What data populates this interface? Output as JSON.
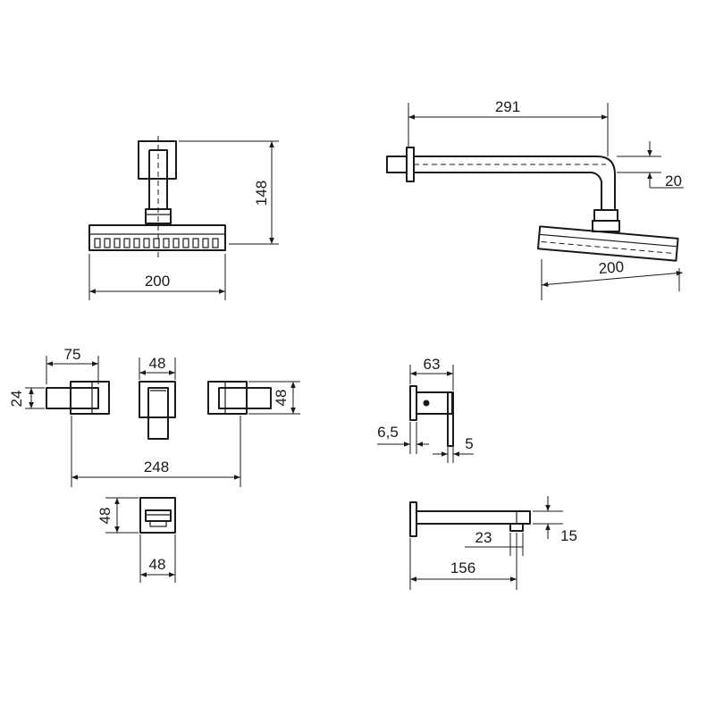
{
  "dimensions": {
    "head_front_width": "200",
    "head_front_height": "148",
    "arm_length": "291",
    "arm_diameter": "20",
    "head_side_width": "200",
    "handle_length": "75",
    "valve_width": "48",
    "handle_height_left": "24",
    "handle_height_right": "48",
    "center_spacing": "248",
    "outlet_height": "48",
    "outlet_width": "48",
    "valve_depth": "63",
    "flange_thickness": "6,5",
    "gap": "5",
    "spout_height": "15",
    "nozzle_width": "23",
    "spout_length": "156"
  }
}
